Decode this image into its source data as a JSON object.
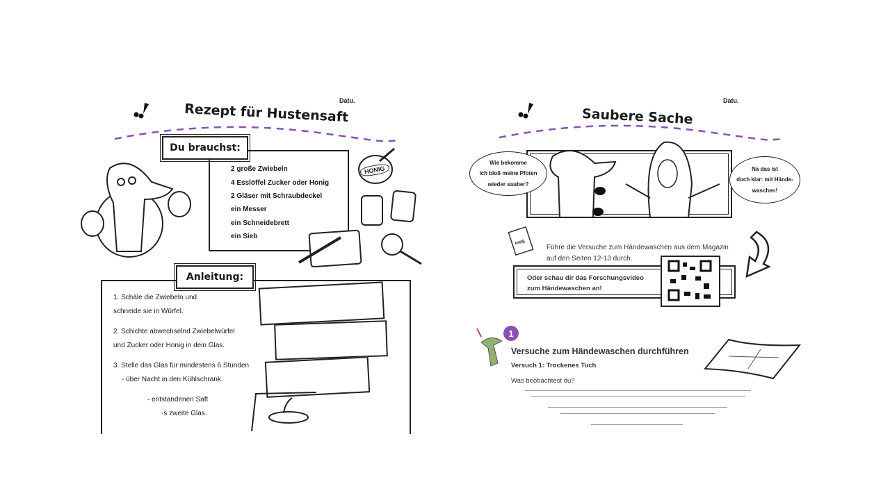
{
  "left_page": {
    "date_label": "Datu.",
    "title": "Rezept für Hustensaft",
    "needs_heading": "Du brauchst:",
    "needs_items": [
      "2 große Zwiebeln",
      "4 Esslöffel Zucker oder Honig",
      "2 Gläser mit Schraubdeckel",
      "ein Messer",
      "ein Schneidebrett",
      "ein Sieb"
    ],
    "honey_label": "HONIG",
    "instructions_heading": "Anleitung:",
    "steps": [
      {
        "line1": "1. Schäle die Zwiebeln und",
        "line2": "schneide sie in Würfel."
      },
      {
        "line1": "2. Schichte abwechselnd Zwiebelwürfel",
        "line2": "und Zucker oder Honig in dein Glas."
      },
      {
        "line1": "3. Stelle das Glas für mindestens 6 Stunden",
        "line2": "- über Nacht in den Kühlschrank."
      },
      {
        "line1": "- entstandenen Saft",
        "line2": "-s zweite Glas."
      }
    ]
  },
  "right_page": {
    "date_label": "Datu.",
    "title": "Saubere Sache",
    "bubble_left": [
      "Wie bekomme",
      "ich bloß meine Pfoten",
      "wieder sauber?"
    ],
    "bubble_right": [
      "Na das ist",
      "doch klar: mit Hände-",
      "waschen!"
    ],
    "magazine_text": [
      "Führe die Versuche zum Händewaschen aus dem Magazin",
      "auf den Seiten 12-13 durch."
    ],
    "video_text": [
      "Oder schau dir das Forschungsvideo",
      "zum Händewaschen an!"
    ],
    "task_number": "1",
    "task_heading": "Versuche zum Händewaschen durchführen",
    "experiment_title": "Versuch 1: Trockenes Tuch",
    "question": "Was beobachtest du?",
    "accent_color": "#8a4fb5"
  }
}
